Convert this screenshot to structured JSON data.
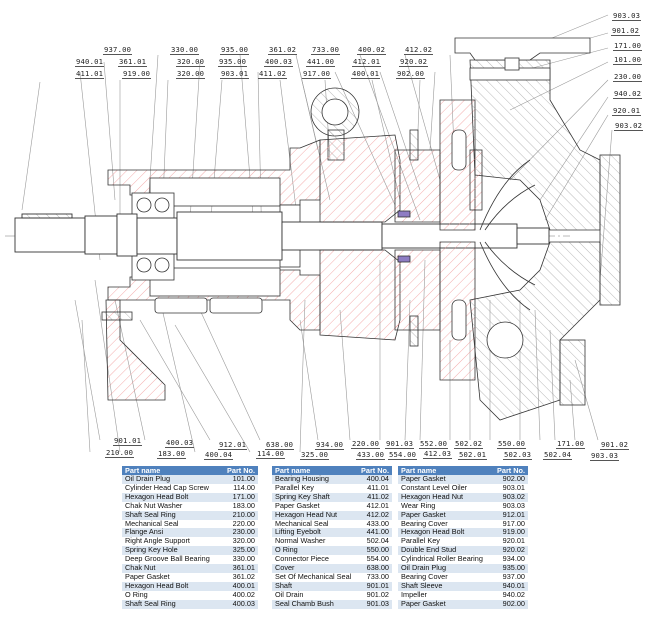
{
  "drawing": {
    "title": "Centrifugal pump sectional drawing",
    "colors": {
      "hatch_red": "#f08a8a",
      "hatch_grey": "#8a8a8a",
      "outline": "#333333",
      "leader": "#9a9a9a",
      "seal_purple": "#8e7cc3"
    },
    "labels_top": [
      {
        "id": "937.00"
      },
      {
        "id": "330.00"
      },
      {
        "id": "935.00"
      },
      {
        "id": "361.02"
      },
      {
        "id": "733.00"
      },
      {
        "id": "400.02"
      },
      {
        "id": "412.02"
      },
      {
        "id": "940.01"
      },
      {
        "id": "361.01"
      },
      {
        "id": "320.00"
      },
      {
        "id": "935.00b",
        "text": "935.00"
      },
      {
        "id": "400.03"
      },
      {
        "id": "441.00"
      },
      {
        "id": "412.01"
      },
      {
        "id": "920.02"
      },
      {
        "id": "411.01"
      },
      {
        "id": "919.00"
      },
      {
        "id": "320.00b",
        "text": "320.00"
      },
      {
        "id": "903.01"
      },
      {
        "id": "411.02"
      },
      {
        "id": "917.00"
      },
      {
        "id": "400.01"
      },
      {
        "id": "902.00"
      }
    ],
    "labels_right": [
      "903.03",
      "901.02",
      "171.00",
      "101.00",
      "230.00",
      "940.02",
      "920.01",
      "903.02"
    ],
    "labels_bottom": [
      "901.01",
      "210.00",
      "400.03",
      "183.00",
      "912.01",
      "400.04",
      "638.00",
      "114.00",
      "934.00",
      "325.00",
      "220.00",
      "433.00",
      "901.03",
      "554.00",
      "552.00",
      "412.03",
      "502.02",
      "502.01",
      "550.00",
      "502.03",
      "502.04",
      "171.00",
      "903.03",
      "901.02"
    ]
  },
  "tables": [
    {
      "header": {
        "name": "Part name",
        "no": "Part No."
      },
      "rows": [
        {
          "name": "Oil Drain Plug",
          "no": "101.00"
        },
        {
          "name": "Cylinder Head Cap Screw",
          "no": "114.00"
        },
        {
          "name": "Hexagon Head Bolt",
          "no": "171.00"
        },
        {
          "name": "Chak Nut Washer",
          "no": "183.00"
        },
        {
          "name": "Shaft Seal Ring",
          "no": "210.00"
        },
        {
          "name": "Mechanical Seal",
          "no": "220.00"
        },
        {
          "name": "Flange Ansi",
          "no": "230.00"
        },
        {
          "name": "Right Angle Support",
          "no": "320.00"
        },
        {
          "name": "Spring Key Hole",
          "no": "325.00"
        },
        {
          "name": "Deep Groove Ball Bearing",
          "no": "330.00"
        },
        {
          "name": "Chak Nut",
          "no": "361.01"
        },
        {
          "name": "Paper Gasket",
          "no": "361.02"
        },
        {
          "name": "Hexagon Head Bolt",
          "no": "400.01"
        },
        {
          "name": "O Ring",
          "no": "400.02"
        },
        {
          "name": "Shaft Seal Ring",
          "no": "400.03"
        }
      ]
    },
    {
      "header": {
        "name": "Part name",
        "no": "Part No."
      },
      "rows": [
        {
          "name": "Bearing Housing",
          "no": "400.04"
        },
        {
          "name": "Parallel Key",
          "no": "411.01"
        },
        {
          "name": "Spring Key Shaft",
          "no": "411.02"
        },
        {
          "name": "Paper Gasket",
          "no": "412.01"
        },
        {
          "name": "Hexagon Head Nut",
          "no": "412.02"
        },
        {
          "name": "Mechanical Seal",
          "no": "433.00"
        },
        {
          "name": "Lifting Eyebolt",
          "no": "441.00"
        },
        {
          "name": "Normal Washer",
          "no": "502.04"
        },
        {
          "name": "O Ring",
          "no": "550.00"
        },
        {
          "name": "Connector Piece",
          "no": "554.00"
        },
        {
          "name": "Cover",
          "no": "638.00"
        },
        {
          "name": "Set Of Mechanical Seal",
          "no": "733.00"
        },
        {
          "name": "Shaft",
          "no": "901.01"
        },
        {
          "name": "Oil Drain",
          "no": "901.02"
        },
        {
          "name": "Seal Chamb Bush",
          "no": "901.03"
        }
      ]
    },
    {
      "header": {
        "name": "Part name",
        "no": "Part No."
      },
      "rows": [
        {
          "name": "Paper Gasket",
          "no": "902.00"
        },
        {
          "name": "Constant Level Oiler",
          "no": "903.01"
        },
        {
          "name": "Hexagon Head Nut",
          "no": "903.02"
        },
        {
          "name": "Wear Ring",
          "no": "903.03"
        },
        {
          "name": "Paper Gasket",
          "no": "912.01"
        },
        {
          "name": "Bearing Cover",
          "no": "917.00"
        },
        {
          "name": "Hexagon Head Bolt",
          "no": "919.00"
        },
        {
          "name": "Parallel Key",
          "no": "920.01"
        },
        {
          "name": "Double End Stud",
          "no": "920.02"
        },
        {
          "name": "Cylindrical Roller Bearing",
          "no": "934.00"
        },
        {
          "name": "Oil Drain Plug",
          "no": "935.00"
        },
        {
          "name": "Bearing Cover",
          "no": "937.00"
        },
        {
          "name": "Shaft Sleeve",
          "no": "940.01"
        },
        {
          "name": "Impeller",
          "no": "940.02"
        },
        {
          "name": "Paper Gasket",
          "no": "902.00"
        }
      ]
    }
  ]
}
